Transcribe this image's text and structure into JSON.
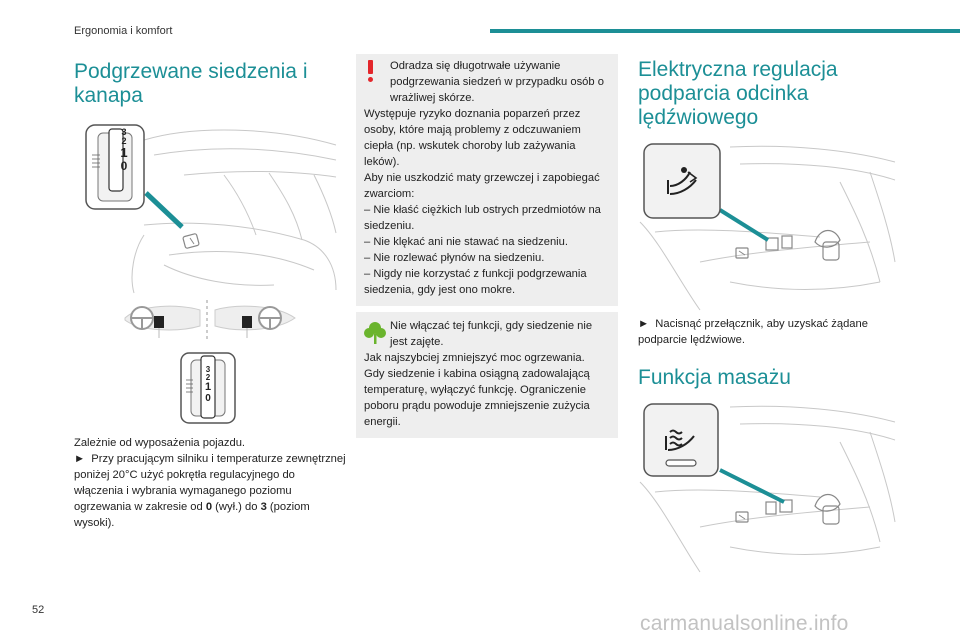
{
  "header": {
    "chapter": "Ergonomia i komfort"
  },
  "footer": {
    "page_number": "52",
    "watermark": "carmanualsonline.info"
  },
  "colors": {
    "accent": "#1c8f96",
    "warning": "#e3262b",
    "eco": "#6ab42d",
    "note_bg": "#eeeeee"
  },
  "col1": {
    "title": "Podgrzewane siedzenia i kanapa",
    "dial_marks": [
      "3",
      "2",
      "1",
      "0"
    ],
    "intro": "Zależnie od wyposażenia pojazdu.",
    "step_prefix": "►",
    "step_text_a": "Przy pracującym silniku i temperaturze zewnętrznej poniżej 20°C użyć pokrętła regulacyjnego do włączenia i wybrania wymaganego poziomu ogrzewania w zakresie od ",
    "step_b1": "0",
    "step_text_b": " (wył.) do ",
    "step_b2": "3",
    "step_text_c": " (poziom wysoki)."
  },
  "col2": {
    "warning_icon": "exclamation-icon",
    "warning_lead": "Odradza się długotrwałe używanie podgrzewania siedzeń w przypadku osób o wrażliwej skórze.",
    "warning_lines": [
      "Występuje ryzyko doznania poparzeń przez osoby, które mają problemy z odczuwaniem ciepła (np. wskutek choroby lub zażywania leków).",
      "Aby nie uszkodzić maty grzewczej i zapobiegać zwarciom:",
      "– Nie kłaść ciężkich lub ostrych przedmiotów na siedzeniu.",
      "– Nie klękać ani nie stawać na siedzeniu.",
      "– Nie rozlewać płynów na siedzeniu.",
      "– Nigdy nie korzystać z funkcji podgrzewania siedzenia, gdy jest ono mokre."
    ],
    "eco_icon": "leaf-icon",
    "eco_lead": "Nie włączać tej funkcji, gdy siedzenie nie jest zajęte.",
    "eco_lines": [
      "Jak najszybciej zmniejszyć moc ogrzewania.",
      "Gdy siedzenie i kabina osiągną zadowalającą temperaturę, wyłączyć funkcję. Ograniczenie poboru prądu powoduje zmniejszenie zużycia energii."
    ]
  },
  "col3": {
    "title1": "Elektryczna regulacja podparcia odcinka lędźwiowego",
    "step_prefix": "►",
    "step_text": "Nacisnąć przełącznik, aby uzyskać żądane podparcie lędźwiowe.",
    "title2": "Funkcja masażu"
  }
}
